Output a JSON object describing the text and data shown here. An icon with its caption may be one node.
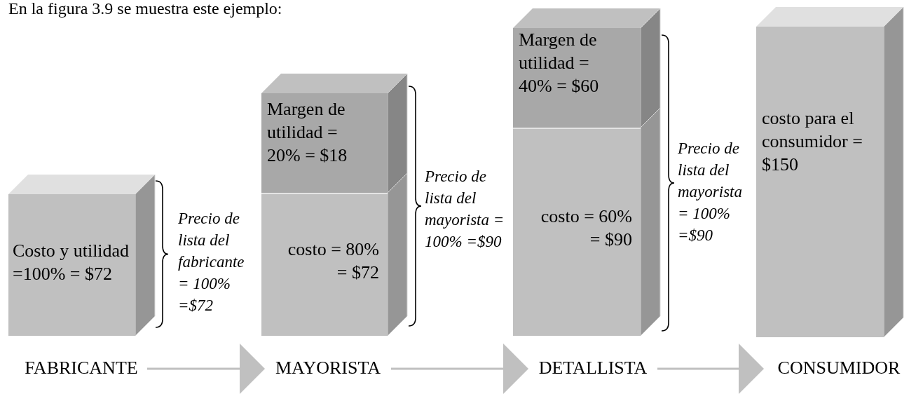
{
  "diagram": {
    "title": "En la figura 3.9 se muestra este ejemplo:",
    "nodes": [
      {
        "text": [
          "Costo y utilidad =100% = $72"
        ]
      },
      {
        "text": [
          "Margen de utilidad = 20% = $18"
        ]
      },
      {
        "text": [
          "costo = 80% = $72"
        ]
      },
      {
        "text": [
          "Margen de utilidad = 40% = $60"
        ]
      },
      {
        "text": [
          "costo = 60% = $90"
        ]
      },
      {
        "text": [
          "costo para el consumidor = $150"
        ]
      },
      {
        "text": [
          "FABRICANTE"
        ]
      },
      {
        "text": [
          "MAYORISTA"
        ]
      },
      {
        "text": [
          "DETALLISTA"
        ]
      },
      {
        "text": [
          "CONSUMIDOR"
        ]
      }
    ],
    "edges": [
      {
        "from": 6,
        "to": 7,
        "arrow": "to"
      },
      {
        "from": 7,
        "to": 8,
        "arrow": "to"
      },
      {
        "from": 8,
        "to": 9,
        "arrow": "to"
      }
    ],
    "labels": [
      "Precio de lista del fabricante = 100% =$72",
      "Precio de lista del mayorista = 100% =$90",
      "Precio de lista del mayorista = 100% =$90"
    ]
  }
}
